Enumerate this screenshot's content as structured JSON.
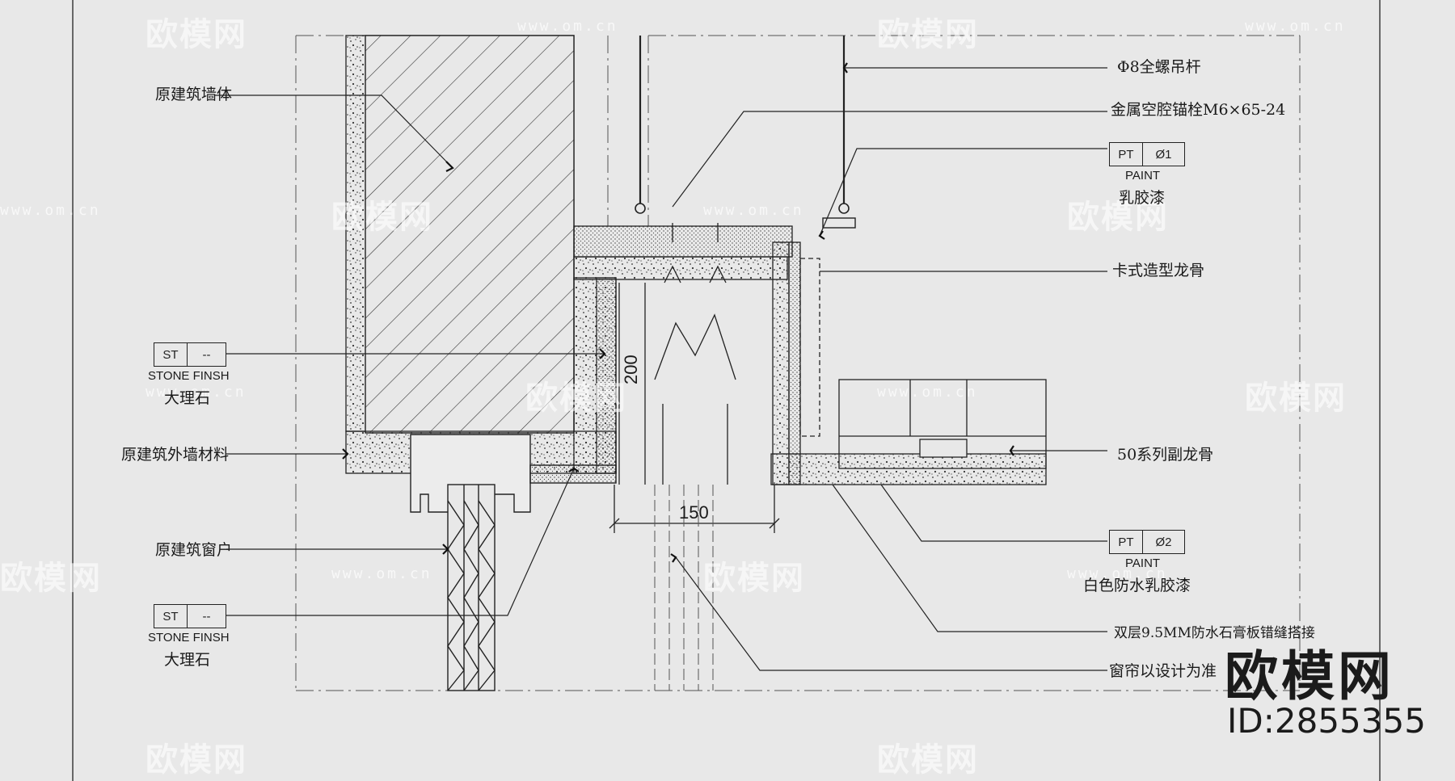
{
  "labels": {
    "orig_wall": "原建筑墙体",
    "rod": "Φ8全螺吊杆",
    "anchor": "金属空腔锚栓M6×65-24",
    "paint1_code": "PT",
    "paint1_num": "Ø1",
    "paint1_word": "PAINT",
    "paint1_cn": "乳胶漆",
    "keel": "卡式造型龙骨",
    "st1_code": "ST",
    "st1_num": "--",
    "st1_word": "STONE FINSH",
    "st1_cn": "大理石",
    "orig_ext_wall": "原建筑外墙材料",
    "dim_200": "200",
    "dim_150": "150",
    "sub_keel": "50系列副龙骨",
    "paint2_code": "PT",
    "paint2_num": "Ø2",
    "paint2_word": "PAINT",
    "paint2_cn": "白色防水乳胶漆",
    "orig_window": "原建筑窗户",
    "st2_code": "ST",
    "st2_num": "--",
    "st2_word": "STONE FINSH",
    "st2_cn": "大理石",
    "gypsum": "双层9.5MM防水石膏板错缝搭接",
    "curtain": "窗帘以设计为准"
  },
  "watermark": {
    "brand": "欧模网",
    "url": "www.om.cn",
    "id": "ID:2855355"
  },
  "colors": {
    "background": "#e8e8e8",
    "ink": "#1a1a1a",
    "watermark": "#ffffff"
  }
}
